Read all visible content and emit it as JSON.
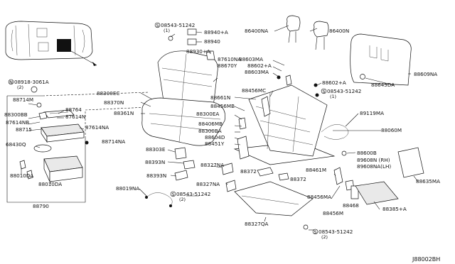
{
  "diagram_id": "J88002BH",
  "labels": [
    {
      "id": "s08543-51242-a",
      "text": "08543-51242",
      "qty": "(1)",
      "circ": "S"
    },
    {
      "id": "88940-a",
      "text": "88940+A"
    },
    {
      "id": "88940",
      "text": "88940"
    },
    {
      "id": "88930-a",
      "text": "88930+A"
    },
    {
      "id": "87610na",
      "text": "87610NA"
    },
    {
      "id": "88670y",
      "text": "88670Y"
    },
    {
      "id": "88300ec",
      "text": "88300EC"
    },
    {
      "id": "88370n",
      "text": "88370N"
    },
    {
      "id": "88361n",
      "text": "88361N"
    },
    {
      "id": "88661n",
      "text": "88661N"
    },
    {
      "id": "88456mb",
      "text": "88456MB"
    },
    {
      "id": "88300ea",
      "text": "88300EA"
    },
    {
      "id": "88406mb",
      "text": "88406MB"
    },
    {
      "id": "88300ba",
      "text": "88300BA"
    },
    {
      "id": "88604d",
      "text": "88604D"
    },
    {
      "id": "88451y",
      "text": "88451Y"
    },
    {
      "id": "88303e",
      "text": "88303E"
    },
    {
      "id": "88393n-a",
      "text": "88393N"
    },
    {
      "id": "88393n-b",
      "text": "88393N"
    },
    {
      "id": "88327na-a",
      "text": "88327NA"
    },
    {
      "id": "88327na-b",
      "text": "88327NA"
    },
    {
      "id": "88019na",
      "text": "88019NA"
    },
    {
      "id": "s08543-51242-b",
      "text": "08543-51242",
      "qty": "(2)",
      "circ": "S"
    },
    {
      "id": "88372-a",
      "text": "88372"
    },
    {
      "id": "88372-b",
      "text": "88372"
    },
    {
      "id": "88327qa",
      "text": "88327QA"
    },
    {
      "id": "s08543-51242-c",
      "text": "08543-51242",
      "qty": "(2)",
      "circ": "S"
    },
    {
      "id": "86400na",
      "text": "86400NA"
    },
    {
      "id": "86400n",
      "text": "86400N"
    },
    {
      "id": "88603ma",
      "text": "88603MA"
    },
    {
      "id": "88602-a",
      "text": "88602+A"
    },
    {
      "id": "88603mb",
      "text": "88603MA"
    },
    {
      "id": "88456mc",
      "text": "88456MC"
    },
    {
      "id": "88602-a2",
      "text": "88602+A"
    },
    {
      "id": "s08543-51242-d",
      "text": "08543-51242",
      "qty": "(1)",
      "circ": "S"
    },
    {
      "id": "89119ma",
      "text": "89119MA"
    },
    {
      "id": "88060m",
      "text": "88060M"
    },
    {
      "id": "88609na",
      "text": "88609NA"
    },
    {
      "id": "88645da",
      "text": "88645DA"
    },
    {
      "id": "88600b",
      "text": "88600B"
    },
    {
      "id": "89608n",
      "text": "89608N (RH)"
    },
    {
      "id": "89608na",
      "text": "89608NA(LH)"
    },
    {
      "id": "88635ma",
      "text": "88635MA"
    },
    {
      "id": "88461m",
      "text": "88461M"
    },
    {
      "id": "88456ma",
      "text": "88456MA"
    },
    {
      "id": "88468",
      "text": "88468"
    },
    {
      "id": "88456m",
      "text": "88456M"
    },
    {
      "id": "88385-a",
      "text": "88385+A"
    },
    {
      "id": "n08918-3061a",
      "text": "08918-3061A",
      "qty": "(2)",
      "circ": "N"
    },
    {
      "id": "88714m",
      "text": "88714M"
    },
    {
      "id": "88764",
      "text": "88764"
    },
    {
      "id": "88300bb",
      "text": "88300BB"
    },
    {
      "id": "87614n",
      "text": "87614N"
    },
    {
      "id": "87614nb",
      "text": "87614NB"
    },
    {
      "id": "88715",
      "text": "88715"
    },
    {
      "id": "87614na",
      "text": "87614NA"
    },
    {
      "id": "68430q",
      "text": "68430Q"
    },
    {
      "id": "88714na",
      "text": "88714NA"
    },
    {
      "id": "88010da",
      "text": "88010DA"
    },
    {
      "id": "88010db",
      "text": "88010DA"
    },
    {
      "id": "88790",
      "text": "88790"
    }
  ]
}
